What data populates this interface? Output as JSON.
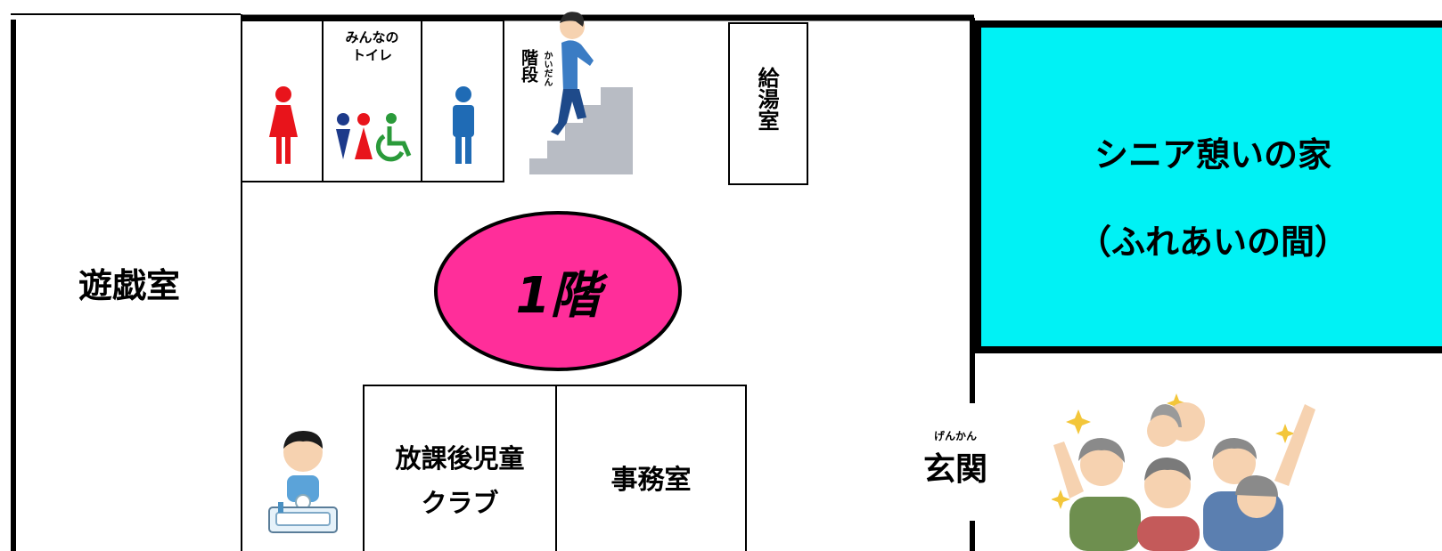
{
  "floor": {
    "label": "1階",
    "colors": {
      "accent": "#ff2e9a",
      "senior": "#00f2f5",
      "stroke": "#000000"
    }
  },
  "rooms": {
    "playroom": "遊戯室",
    "stairs": "階段",
    "stairs_ruby": "かいだん",
    "kitchenette": "給湯室",
    "senior_title": "シニア憩いの家",
    "senior_subtitle": "（ふれあいの間）",
    "afterschool_line1": "放課後児童",
    "afterschool_line2": "クラブ",
    "office": "事務室",
    "entrance": "玄関",
    "entrance_ruby": "げんかん"
  },
  "toilets": {
    "womens_icon": "female-toilet-icon",
    "mens_icon": "male-toilet-icon",
    "universal_line1": "みんなの",
    "universal_line2": "トイレ",
    "universal_icon": "universal-toilet-icon"
  },
  "illustrations": {
    "stairs": "person-climbing-stairs-icon",
    "handwash": "boy-washing-hands-icon",
    "seniors": "cheering-seniors-icon"
  }
}
